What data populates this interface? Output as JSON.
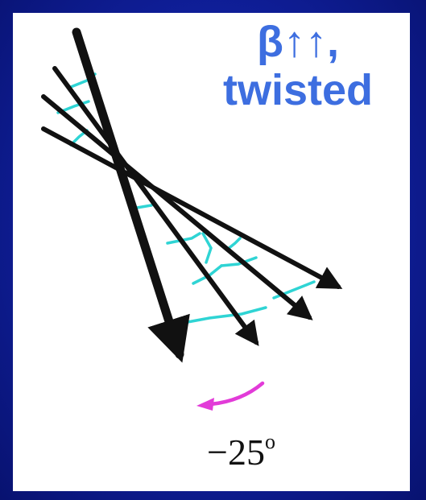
{
  "title": {
    "line1": "β↑↑,",
    "line2": "twisted"
  },
  "rotation_label": {
    "value": "−25",
    "unit": "o"
  },
  "colors": {
    "background": "#0f1e98",
    "panel": "#ffffff",
    "title": "#3d6ee0",
    "strands": "#111111",
    "hbonds": "#2fd4d4",
    "rotation_arrow": "#e23bd8"
  },
  "elements": {
    "strand_count": 4,
    "strand_arrow_icon": "arrowhead",
    "rotation_icon": "curved-arrow-left-icon"
  }
}
